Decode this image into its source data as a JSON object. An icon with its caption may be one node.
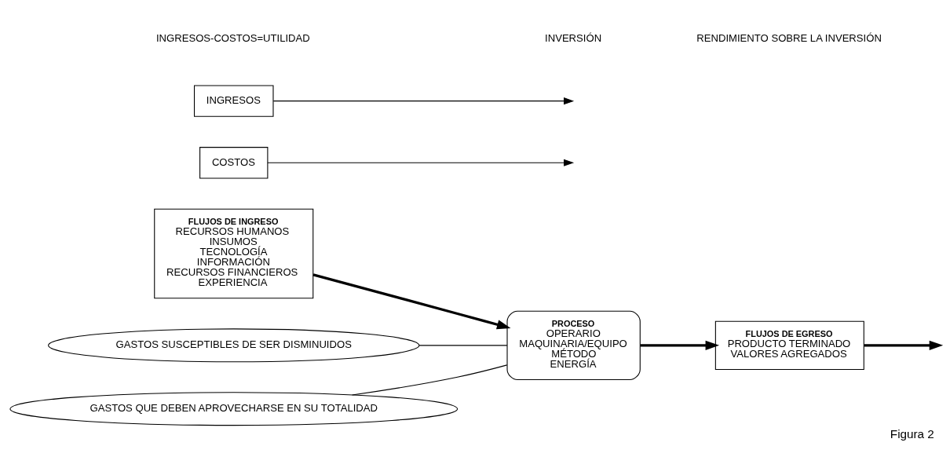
{
  "diagram": {
    "caption": "Figura 2",
    "nodes": [
      {
        "text": [
          "FLUJOS DE INGRESO",
          "RECURSOS HUMANOS",
          "INSUMOS",
          "TECNOLOGÍA",
          "INFORMACIÓN",
          "RECURSOS FINANCIEROS",
          "EXPERIENCIA"
        ]
      },
      {
        "text": [
          "PROCESO",
          "OPERARIO",
          "MAQUINARIA/EQUIPO",
          "MÉTODO",
          "ENERGÍA"
        ]
      },
      {
        "text": [
          "FLUJOS DE EGRESO",
          "PRODUCTO TERMINADO",
          "VALORES AGREGADOS"
        ]
      },
      {
        "text": [
          "GASTOS SUSCEPTIBLES DE SER DISMINUIDOS"
        ]
      },
      {
        "text": [
          "GASTOS QUE DEBEN APROVECHARSE EN SU TOTALIDAD"
        ]
      },
      {
        "text": [
          "COSTOS"
        ]
      },
      {
        "text": [
          "INGRESOS"
        ]
      }
    ],
    "edges": [
      {
        "from": 0,
        "to": 1,
        "arrow": "to",
        "style": "thick"
      },
      {
        "from": 1,
        "to": 2,
        "arrow": "to",
        "style": "thick"
      },
      {
        "from": 2,
        "to": null,
        "arrow": "to",
        "style": "thick"
      },
      {
        "from": 3,
        "to": 1,
        "arrow": "none"
      },
      {
        "from": 4,
        "to": 1,
        "arrow": "none"
      },
      {
        "from": 5,
        "to": null,
        "arrow": "to"
      },
      {
        "from": 6,
        "to": null,
        "arrow": "to"
      }
    ],
    "labels": [
      "INGRESOS-COSTOS=UTILIDAD",
      "INVERSIÓN",
      "RENDIMIENTO SOBRE LA INVERSIÓN"
    ]
  }
}
